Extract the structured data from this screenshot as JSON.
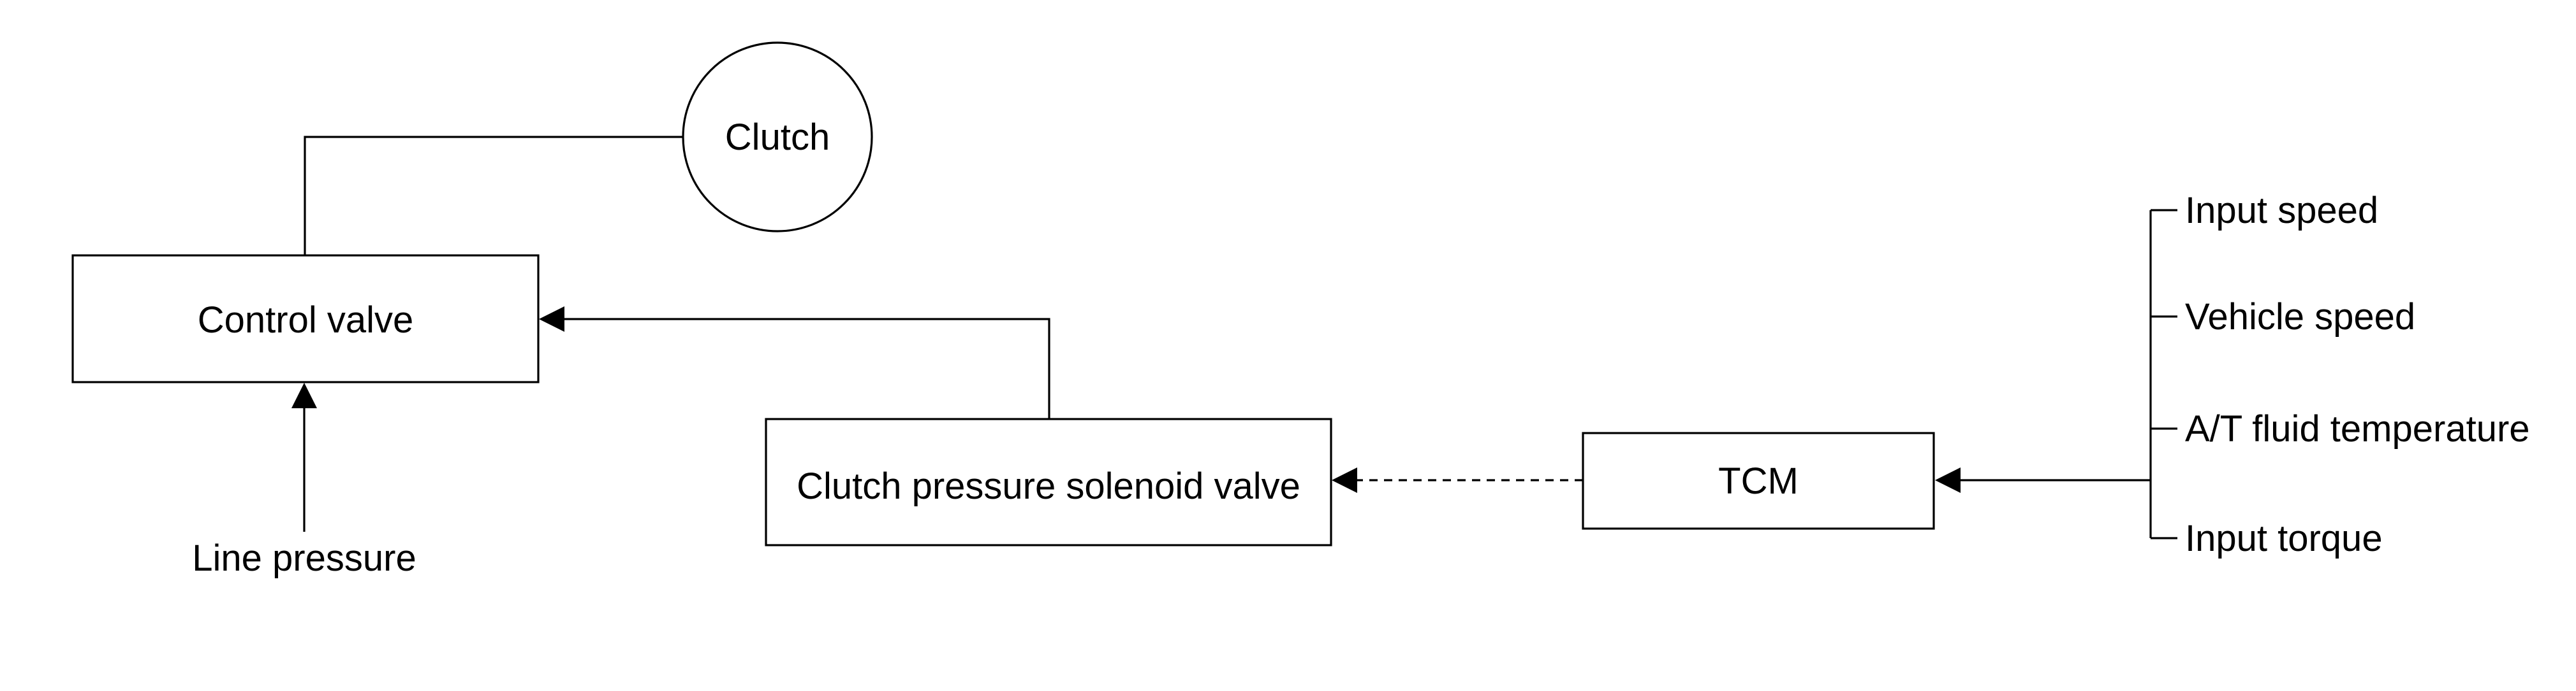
{
  "diagram": {
    "nodes": {
      "clutch": "Clutch",
      "control_valve": "Control valve",
      "solenoid_valve": "Clutch pressure solenoid valve",
      "tcm": "TCM",
      "line_pressure": "Line pressure"
    },
    "inputs": [
      "Input speed",
      "Vehicle speed",
      "A/T fluid temperature",
      "Input torque"
    ],
    "edges": [
      {
        "from": "control_valve",
        "to": "clutch",
        "style": "solid",
        "arrow": false
      },
      {
        "from": "line_pressure",
        "to": "control_valve",
        "style": "solid",
        "arrow": true
      },
      {
        "from": "solenoid_valve",
        "to": "control_valve",
        "style": "solid",
        "arrow": true
      },
      {
        "from": "tcm",
        "to": "solenoid_valve",
        "style": "dashed",
        "arrow": true
      },
      {
        "from": "inputs",
        "to": "tcm",
        "style": "solid",
        "arrow": true
      }
    ]
  }
}
